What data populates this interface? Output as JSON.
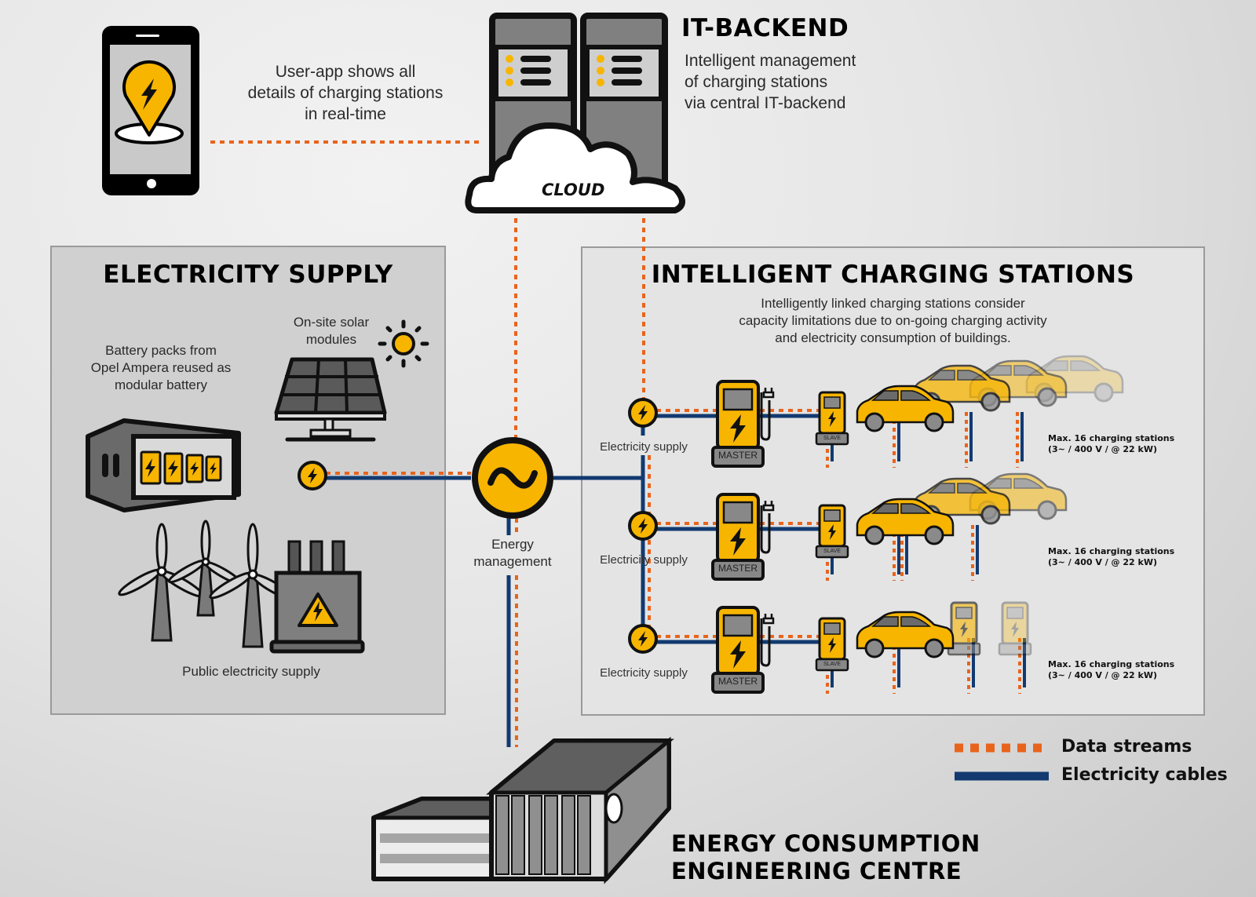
{
  "colors": {
    "data_stream": "#e8641c",
    "electricity_cable": "#123a70",
    "accent_yellow": "#f7b500",
    "outline": "#111111",
    "panel_left": "#d0d0d0",
    "panel_right": "#e4e4e4"
  },
  "user_app": {
    "icon": "smartphone-charging-pin-icon",
    "description_lines": [
      "User-app shows all",
      "details of charging stations",
      "in real-time"
    ]
  },
  "it_backend": {
    "title": "IT-BACKEND",
    "icon": "server-cloud-icon",
    "cloud_label": "CLOUD",
    "description_lines": [
      "Intelligent management",
      "of charging stations",
      "via central IT-backend"
    ]
  },
  "electricity_supply": {
    "title": "ELECTRICITY SUPPLY",
    "battery": {
      "icon": "battery-container-icon",
      "label_lines": [
        "Battery packs from",
        "Opel Ampera reused as",
        "modular battery"
      ]
    },
    "solar": {
      "icon": "solar-panel-icon",
      "label_lines": [
        "On-site solar",
        "modules"
      ]
    },
    "public": {
      "icon": "wind-turbine-transformer-icon",
      "label": "Public electricity supply"
    }
  },
  "energy_management": {
    "icon": "ac-sine-wave-icon",
    "label_lines": [
      "Energy",
      "management"
    ]
  },
  "charging_stations": {
    "title": "INTELLIGENT CHARGING STATIONS",
    "description_lines": [
      "Intelligently linked charging stations consider",
      "capacity limitations due to on-going charging activity",
      "and electricity consumption of buildings."
    ],
    "rows": [
      {
        "supply_label": "Electricity supply",
        "master_label": "MASTER",
        "slave_label": "SLAVE",
        "capacity_lines": [
          "Max. 16 charging stations",
          "(3~ / 400 V / @ 22 kW)"
        ]
      },
      {
        "supply_label": "Electricity supply",
        "master_label": "MASTER",
        "slave_label": "SLAVE",
        "capacity_lines": [
          "Max. 16 charging stations",
          "(3~ / 400 V / @ 22 kW)"
        ]
      },
      {
        "supply_label": "Electricity supply",
        "master_label": "MASTER",
        "slave_label": "SLAVE",
        "capacity_lines": [
          "Max. 16 charging stations",
          "(3~ / 400 V / @ 22 kW)"
        ]
      }
    ]
  },
  "engineering_centre": {
    "icon": "office-building-icon",
    "title_lines": [
      "ENERGY CONSUMPTION",
      "ENGINEERING CENTRE"
    ]
  },
  "legend": {
    "items": [
      {
        "label": "Data streams",
        "style": "dotted-orange"
      },
      {
        "label": "Electricity cables",
        "style": "solid-blue"
      }
    ]
  }
}
